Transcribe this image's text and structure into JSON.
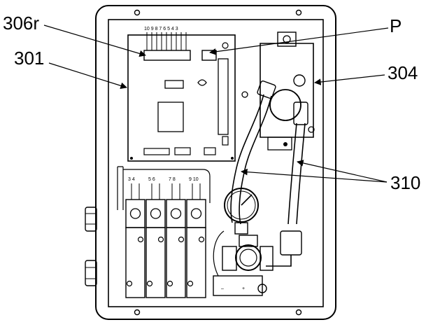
{
  "callouts": {
    "c306r": "306r",
    "c301": "301",
    "cP": "P",
    "c304": "304",
    "c310": "310"
  },
  "board": {
    "header_numbers": "10 9 8 7 6 5 4 3"
  },
  "valves": {
    "pair_labels": [
      "3  4",
      "5  6",
      "7  8",
      "9  10"
    ]
  },
  "terminal": {
    "minus": "–",
    "plus": "+"
  }
}
